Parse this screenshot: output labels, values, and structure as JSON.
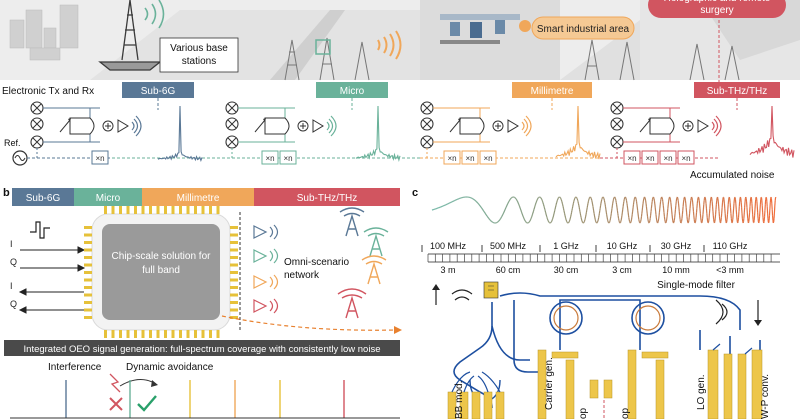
{
  "panel_a": {
    "callouts": {
      "base_stations": "Various base stations",
      "industrial": "Smart industrial area",
      "surgery": "Holographic and remote surgery"
    },
    "tx_rx_label": "Electronic Tx and Rx",
    "ref_label": "Ref.",
    "band_tags": [
      "Sub-6G",
      "Micro",
      "Millimetre",
      "Sub-THz/THz"
    ],
    "multiplier": "×n",
    "accumulated_noise": "Accumulated noise"
  },
  "panel_b": {
    "label": "b",
    "bands": [
      "Sub-6G",
      "Micro",
      "Millimetre",
      "Sub-THz/THz"
    ],
    "io_labels": [
      "I",
      "Q",
      "I",
      "Q"
    ],
    "chip_text": "Chip-scale solution for full band",
    "network_text": "Omni-scenario network",
    "banner": "Integrated OEO signal generation: full-spectrum coverage with consistently low noise",
    "interference": "Interference",
    "avoidance": "Dynamic avoidance"
  },
  "panel_c": {
    "label": "c",
    "freqs": [
      "100 MHz",
      "500 MHz",
      "1 GHz",
      "10 GHz",
      "30 GHz",
      "110 GHz"
    ],
    "wavelengths": [
      "3 m",
      "60 cm",
      "30 cm",
      "3 cm",
      "10 mm",
      "<3 mm"
    ],
    "filter_label": "Single-mode filter",
    "components": [
      "BB mod.",
      "Carrier gen.",
      "op",
      "op",
      "LO gen.",
      "W-P conv."
    ]
  },
  "colors": {
    "sub6g": "#5a7896",
    "micro": "#6ab29a",
    "milli": "#f0a75a",
    "thz": "#d15560",
    "gray_callout": "#4a4a4a",
    "gold": "#e6c13a",
    "waveguide": "#1d4fa0"
  }
}
